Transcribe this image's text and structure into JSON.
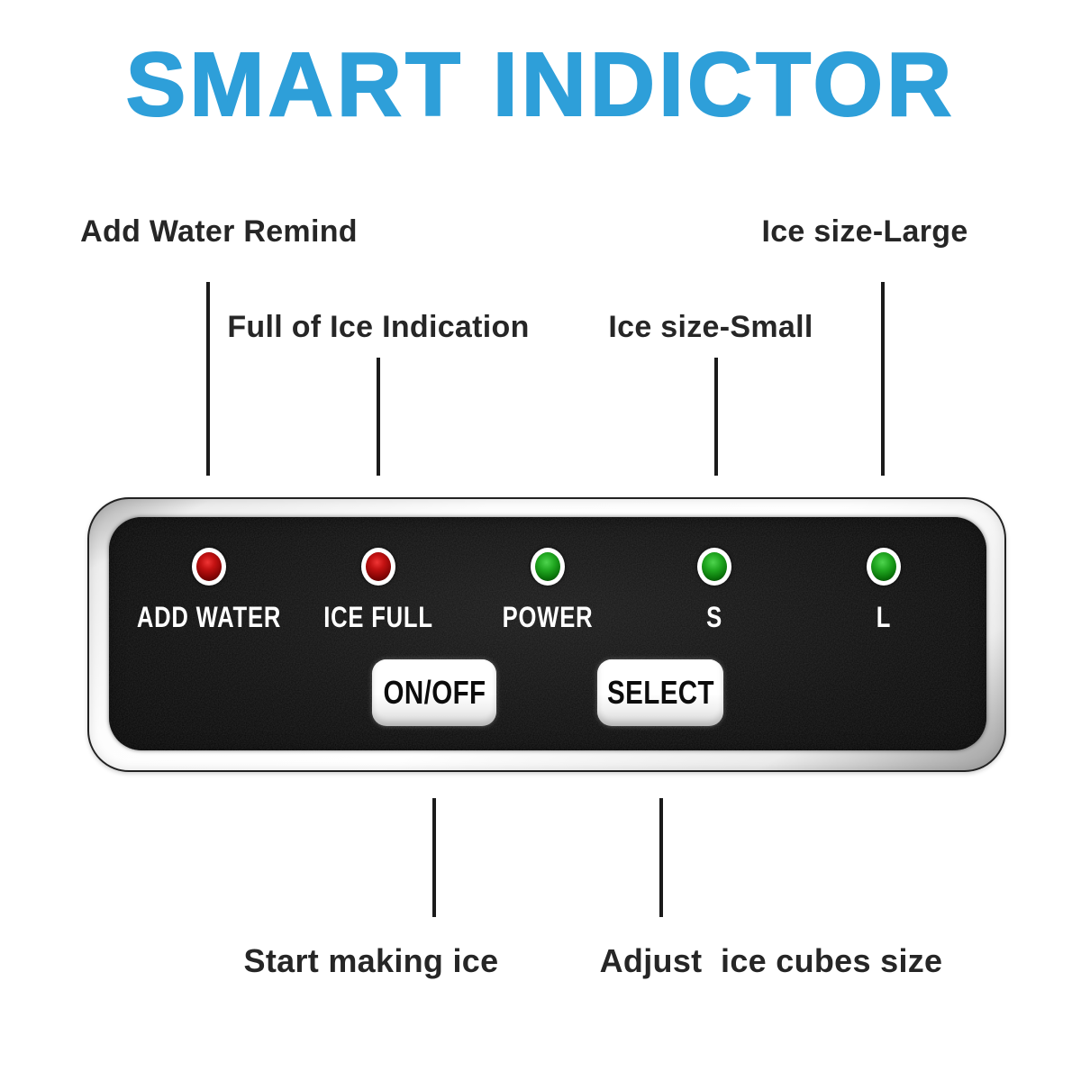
{
  "title": "SMART INDICTOR",
  "colors": {
    "accent_blue": "#2E9FD9",
    "callout_text": "#262626",
    "connector_line": "#1B1B1B",
    "panel_black": "#0A0A0A",
    "bezel_silver": "#F2F2F2",
    "led_ring": "#FFFFFF",
    "led_red": "#C31212",
    "led_green": "#21A821",
    "button_bg": "#FFFFFF",
    "button_text": "#0C0C0C"
  },
  "callouts": {
    "add_water": "Add Water Remind",
    "ice_full": "Full of Ice Indication",
    "ice_small": "Ice size-Small",
    "ice_large": "Ice size-Large",
    "start_ice": "Start making ice",
    "adjust_size": "Adjust  ice cubes size"
  },
  "panel": {
    "leds": [
      {
        "label": "ADD WATER",
        "color": "red"
      },
      {
        "label": "ICE FULL",
        "color": "red"
      },
      {
        "label": "POWER",
        "color": "green"
      },
      {
        "label": "S",
        "color": "green"
      },
      {
        "label": "L",
        "color": "green"
      }
    ],
    "buttons": [
      {
        "label": "ON/OFF"
      },
      {
        "label": "SELECT"
      }
    ]
  }
}
